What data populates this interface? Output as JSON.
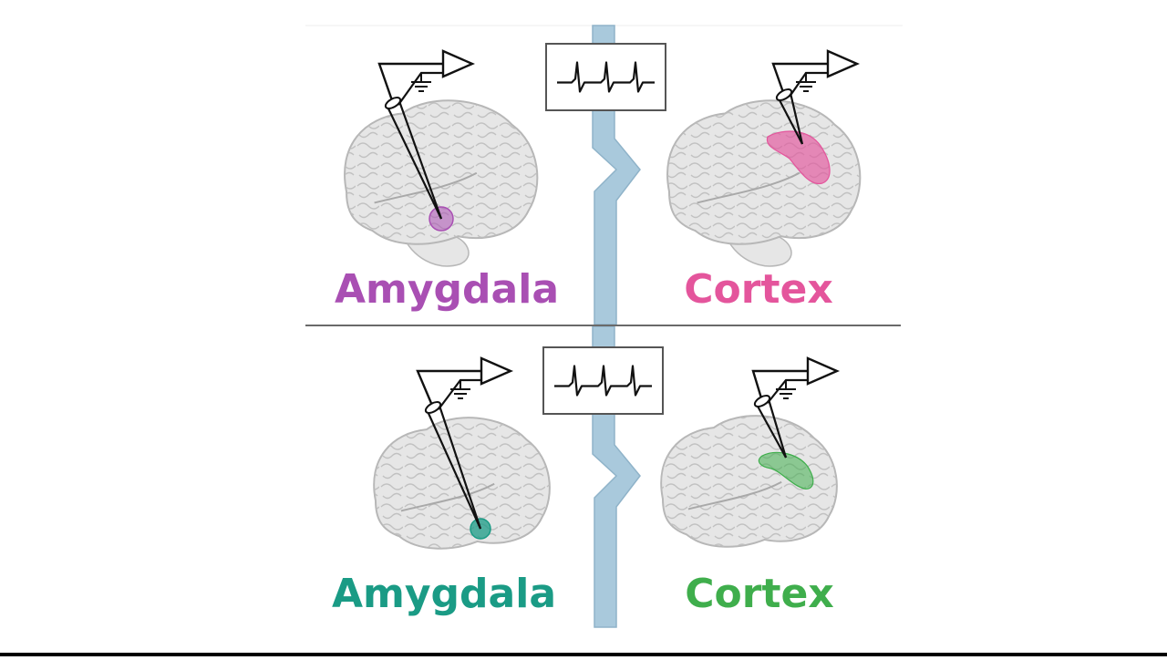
{
  "colors": {
    "human": "#a94fb3",
    "human_cortex": "#e4559c",
    "monkey_amygdala": "#1a9b85",
    "monkey_cortex": "#3fae4c",
    "brain_fill": "#e6e6e6",
    "brain_stroke": "#b7b7b7",
    "barrier": "#a9c9dc",
    "barrier_edge": "#8fb3c9",
    "divider": "#6a6a6a",
    "ink": "#111111"
  },
  "panels": {
    "top_left": {
      "label": "Amygdala"
    },
    "top_right": {
      "label": "Cortex"
    },
    "bottom_left": {
      "label": "Amygdala"
    },
    "bottom_right": {
      "label": "Cortex"
    }
  },
  "icons": {
    "electrode": "electrode-icon",
    "amplifier": "amplifier-icon",
    "ground": "ground-icon",
    "spike_monitor": "spike-trace-icon"
  }
}
